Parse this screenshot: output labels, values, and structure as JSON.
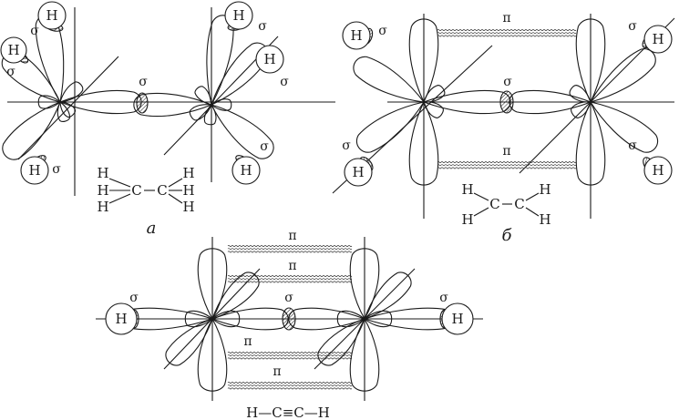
{
  "labels": {
    "sigma": "σ",
    "pi": "π",
    "hydrogen": "H",
    "carbon": "C",
    "panel_a": "а",
    "panel_b": "б",
    "acetylene_formula": "H—C≡C—H"
  },
  "colors": {
    "ink": "#1a1a1a"
  }
}
